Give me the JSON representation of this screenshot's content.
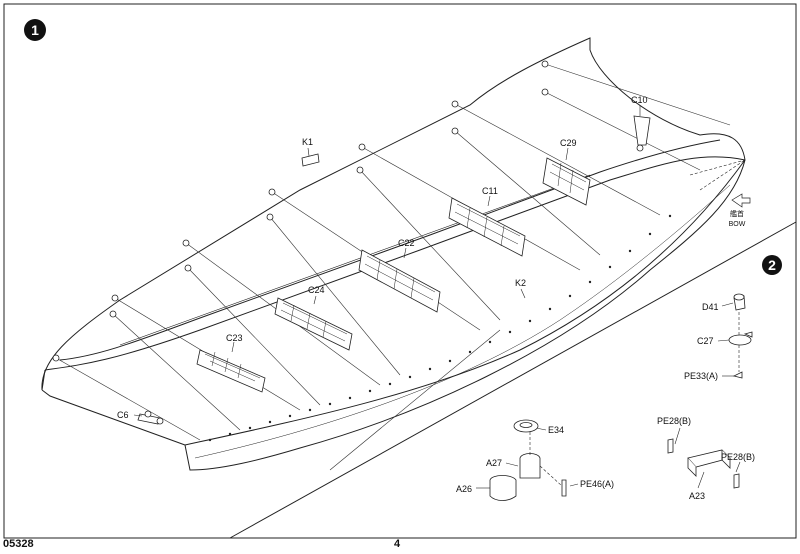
{
  "steps": [
    {
      "number": "1"
    },
    {
      "number": "2"
    }
  ],
  "parts": {
    "k1": "K1",
    "k2": "K2",
    "c10": "C10",
    "c29": "C29",
    "c11": "C11",
    "c22": "C22",
    "c24": "C24",
    "c23": "C23",
    "c6": "C6",
    "d41": "D41",
    "c27": "C27",
    "pe33a": "PE33(A)",
    "e34": "E34",
    "a27": "A27",
    "a26": "A26",
    "pe46a": "PE46(A)",
    "pe28b_top": "PE28(B)",
    "pe28b_right": "PE28(B)",
    "a23": "A23"
  },
  "bow": {
    "cjk": "艦首",
    "label": "BOW"
  },
  "footer": {
    "kit_number": "05328",
    "page_number": "4"
  }
}
